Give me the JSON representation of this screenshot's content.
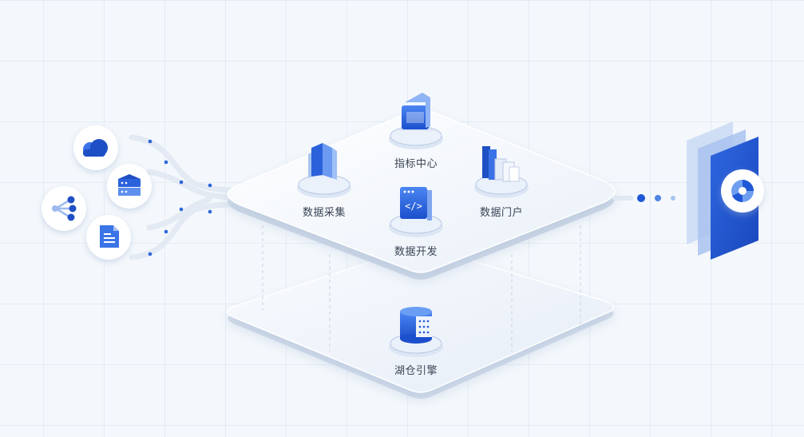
{
  "modules": [
    {
      "id": "collect",
      "label": "数据采集",
      "icon": "data-collection-icon"
    },
    {
      "id": "metrics",
      "label": "指标中心",
      "icon": "metrics-center-icon"
    },
    {
      "id": "develop",
      "label": "数据开发",
      "icon": "data-development-icon"
    },
    {
      "id": "portal",
      "label": "数据门户",
      "icon": "data-portal-icon"
    },
    {
      "id": "engine",
      "label": "湖仓引擎",
      "icon": "lakehouse-engine-icon"
    }
  ],
  "sources": [
    {
      "icon": "cloud-icon"
    },
    {
      "icon": "server-icon"
    },
    {
      "icon": "share-network-icon"
    },
    {
      "icon": "document-icon"
    }
  ],
  "output": {
    "icon": "pie-chart-panel-icon"
  },
  "colors": {
    "primary": "#1f58d6",
    "light": "#6f9ef0",
    "platform": "#eef3fa",
    "background": "#f4f8fc"
  }
}
